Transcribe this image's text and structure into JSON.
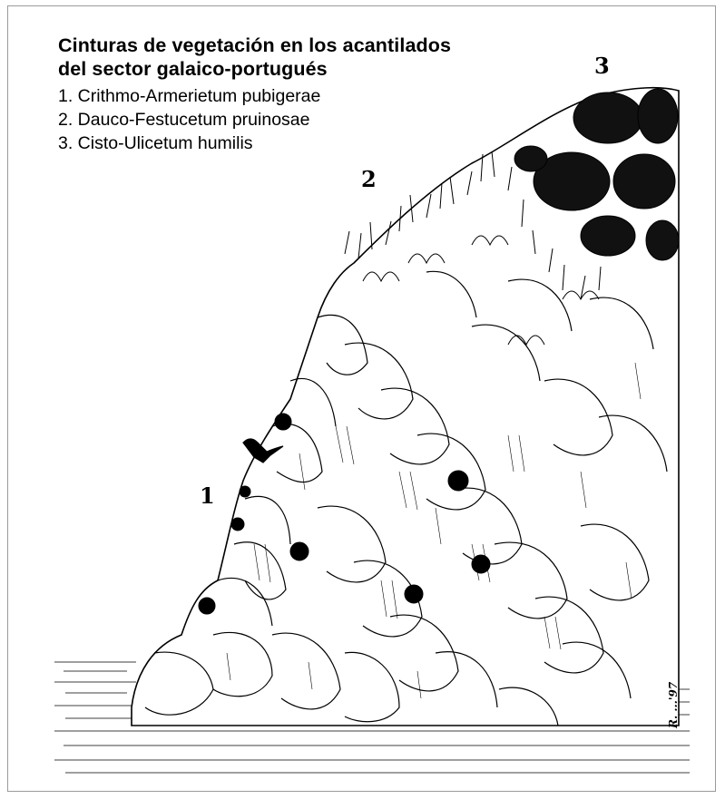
{
  "title": {
    "line1": "Cinturas de vegetación en los acantilados",
    "line2": "del sector galaico-portugués"
  },
  "legend": [
    "1. Crithmo-Armerietum pubigerae",
    "2. Dauco-Festucetum pruinosae",
    "3. Cisto-Ulicetum humilis"
  ],
  "zone_labels": [
    "1",
    "2",
    "3"
  ],
  "signature": "R. ...'97",
  "colors": {
    "ink": "#000000",
    "paper": "#ffffff",
    "frame": "#9a9a9a"
  }
}
